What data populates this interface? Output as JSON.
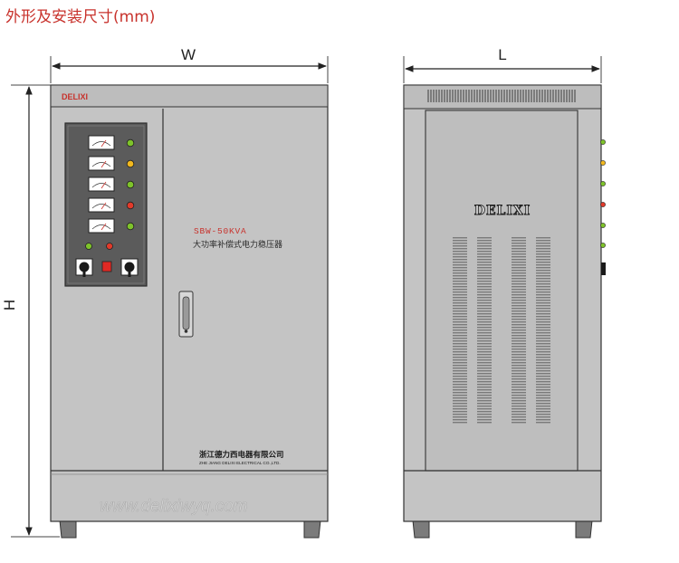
{
  "title": "外形及安装尺寸(mm)",
  "dimensions": {
    "width_label": "W",
    "length_label": "L",
    "height_label": "H"
  },
  "front_view": {
    "brand_top": "DELIXI",
    "model": "SBW-50KVA",
    "product_name": "大功率补偿式电力稳压器",
    "company_cn": "浙江德力西电器有限公司",
    "company_en": "ZHE JIANG DELIXI ELECTRICAL CO.,LTD.",
    "watermark": "www.delixiwyq.com",
    "indicator_colors": [
      "#7ec32a",
      "#f2b81e",
      "#7ec32a",
      "#e23a2a",
      "#7ec32a"
    ],
    "bottom_indicator_colors": [
      "#7ec32a",
      "#e23a2a"
    ],
    "switch_color": "#e02a24"
  },
  "side_view": {
    "brand": "DELIXI",
    "side_indicator_colors": [
      "#7ec32a",
      "#f2b81e",
      "#7ec32a",
      "#e23a2a",
      "#7ec32a",
      "#7ec32a"
    ]
  },
  "colors": {
    "body": "#c4c4c4",
    "panel": "#5b5b5b",
    "outline": "#3a3a3a"
  }
}
